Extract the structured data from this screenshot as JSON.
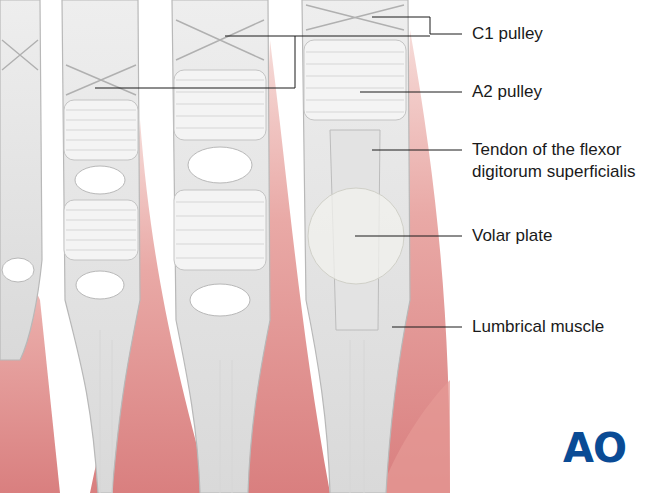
{
  "diagram": {
    "labels": [
      "C1 pulley",
      "A2 pulley",
      "Tendon of the flexor digitorum superficialis",
      "Volar plate",
      "Lumbrical muscle",
      "AO"
    ]
  }
}
